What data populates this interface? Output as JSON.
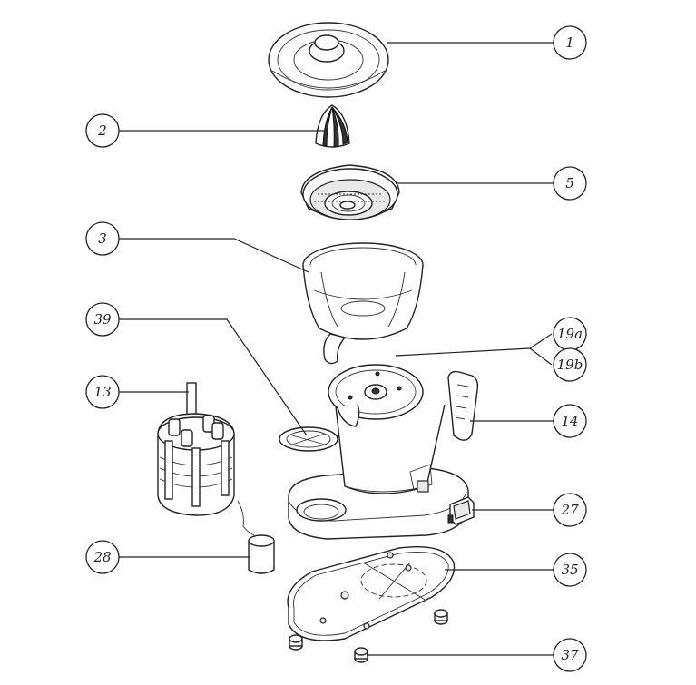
{
  "callouts": {
    "c1": "1",
    "c2": "2",
    "c5": "5",
    "c3": "3",
    "c39": "39",
    "c19a": "19a",
    "c19b": "19b",
    "c13": "13",
    "c14": "14",
    "c27": "27",
    "c28": "28",
    "c35": "35",
    "c37": "37"
  }
}
